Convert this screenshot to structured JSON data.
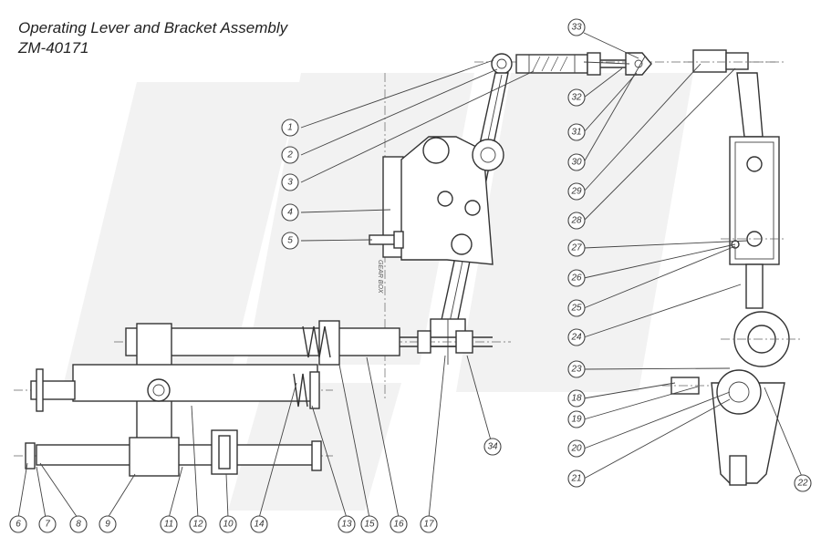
{
  "header": {
    "title": "Operating Lever and Bracket Assembly",
    "part_number": "ZM-40171"
  },
  "drawing": {
    "side_label": "GEAR BOX",
    "callouts": [
      "1",
      "2",
      "3",
      "4",
      "5",
      "6",
      "7",
      "8",
      "9",
      "10",
      "11",
      "12",
      "13",
      "14",
      "15",
      "16",
      "17",
      "18",
      "19",
      "20",
      "21",
      "22",
      "23",
      "24",
      "25",
      "26",
      "27",
      "28",
      "29",
      "30",
      "31",
      "32",
      "33",
      "34"
    ]
  }
}
